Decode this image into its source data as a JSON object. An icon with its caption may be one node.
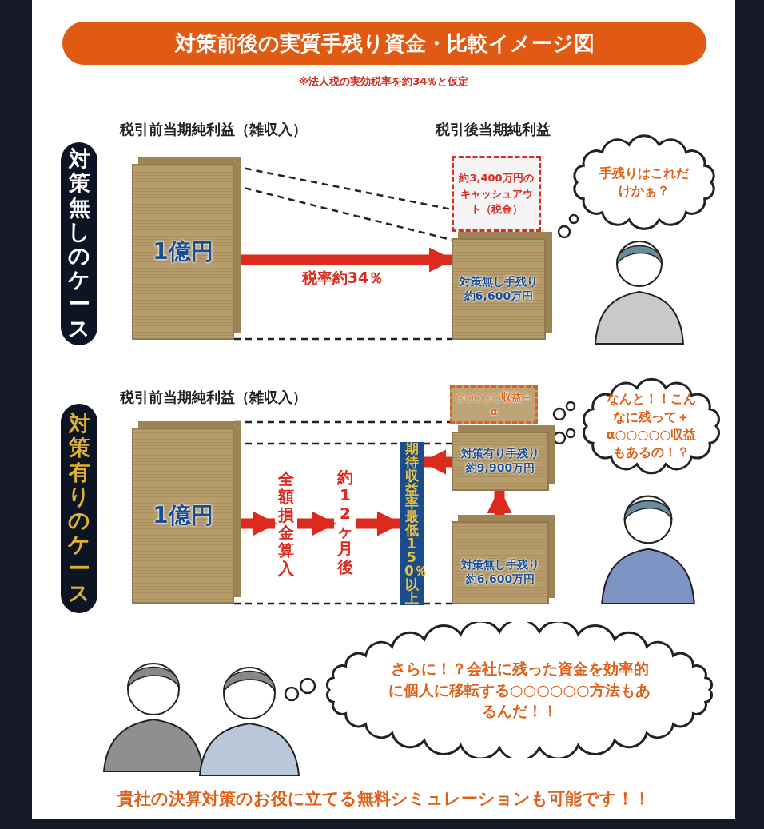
{
  "diagram": {
    "title": "対策前後の実質手残り資金・比較イメージ図",
    "nodes": [
      {
        "text": [
          "対策無しのケース"
        ]
      },
      {
        "text": [
          "1億円"
        ]
      },
      {
        "text": [
          "約3,400万円のキャッシュアウト（税金）"
        ]
      },
      {
        "text": [
          "対策無し手残り",
          "約6,600万円"
        ]
      },
      {
        "text": [
          "手残りはこれだけかぁ？"
        ]
      },
      {
        "text": [
          "対策有りのケース"
        ]
      },
      {
        "text": [
          "1億円"
        ]
      },
      {
        "text": [
          "全額損金算入"
        ]
      },
      {
        "text": [
          "約12ヶ月後"
        ]
      },
      {
        "text": [
          "期待収益率最低150％以上"
        ]
      },
      {
        "text": [
          "○○○○○収益＋α"
        ]
      },
      {
        "text": [
          "対策有り手残り",
          "約9,900万円"
        ]
      },
      {
        "text": [
          "対策無し手残り",
          "約6,600万円"
        ]
      },
      {
        "text": [
          "なんと！！こんなに残って＋α○○○○○収益もあるの！？"
        ]
      },
      {
        "text": [
          "さらに！？会社に残った資金を効率的に個人に移転する○○○○○○方法もあるんだ！！"
        ]
      }
    ],
    "edges": [
      {
        "from": 1,
        "to": 2,
        "arrow": "none",
        "style": "dashed"
      },
      {
        "from": 1,
        "to": 3,
        "arrow": "none",
        "style": "dashed"
      },
      {
        "from": 1,
        "to": 3,
        "arrow": "none",
        "style": "dashed"
      },
      {
        "from": 1,
        "to": 3,
        "arrow": "to",
        "style": "thick",
        "color": "#dc2a1e",
        "label": "税率約34％"
      },
      {
        "from": 6,
        "to": 10,
        "arrow": "none",
        "style": "dashed"
      },
      {
        "from": 6,
        "to": 9,
        "arrow": "none",
        "style": "dashed"
      },
      {
        "from": 6,
        "to": 9,
        "arrow": "none",
        "style": "dashed"
      },
      {
        "from": 9,
        "to": 11,
        "arrow": "none",
        "style": "dashed"
      },
      {
        "from": 9,
        "to": 12,
        "arrow": "none",
        "style": "dashed"
      },
      {
        "from": 6,
        "to": 7,
        "arrow": "to",
        "style": "thick",
        "color": "#dc2a1e"
      },
      {
        "from": 7,
        "to": 8,
        "arrow": "to",
        "style": "thick",
        "color": "#dc2a1e"
      },
      {
        "from": 8,
        "to": 9,
        "arrow": "to",
        "style": "thick",
        "color": "#dc2a1e"
      },
      {
        "from": 11,
        "to": 9,
        "arrow": "to",
        "style": "thick",
        "color": "#dc2a1e"
      },
      {
        "from": 12,
        "to": 11,
        "arrow": "to",
        "style": "thick",
        "color": "#dc2a1e"
      }
    ],
    "labels": [
      "※法人税の実効税率を約34％と仮定",
      "税引前当期純利益（雑収入）",
      "税引後当期純利益",
      "税引前当期純利益（雑収入）",
      "貴社の決算対策のお役に立てる無料シミュレーションも可能です！！"
    ]
  }
}
